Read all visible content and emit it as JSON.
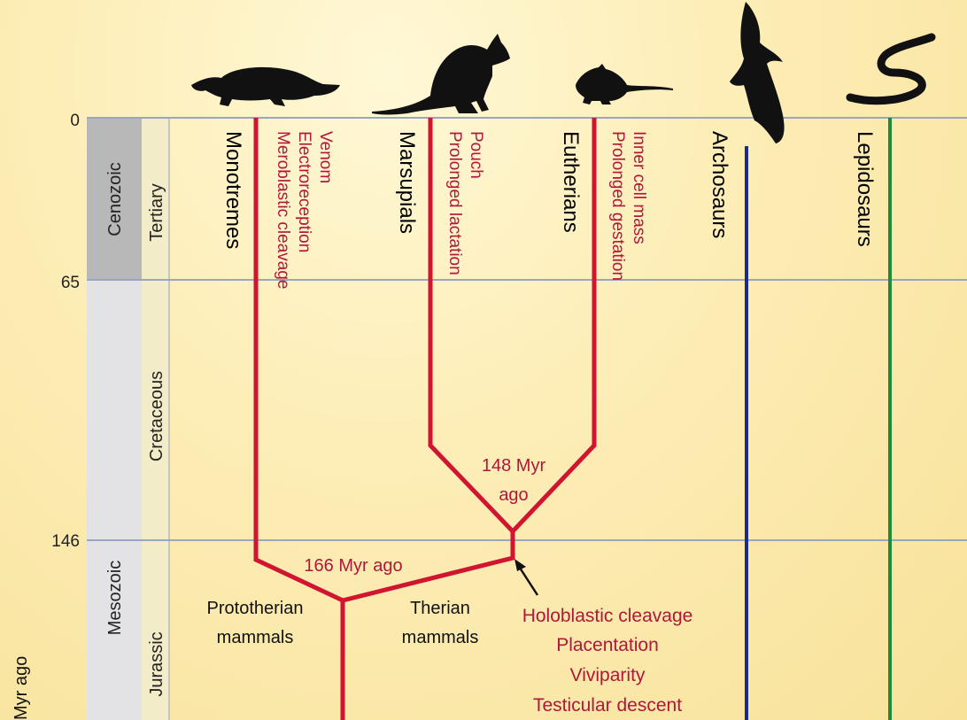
{
  "timescale": {
    "axis_title": "Myr ago",
    "ticks": [
      "0",
      "65",
      "146"
    ],
    "eras": {
      "cenozoic": "Cenozoic",
      "mesozoic": "Mesozoic"
    },
    "periods": {
      "tertiary": "Tertiary",
      "cretaceous": "Cretaceous",
      "jurassic": "Jurassic"
    }
  },
  "clades": {
    "monotremes": "Monotremes",
    "marsupials": "Marsupials",
    "eutherians": "Eutherians",
    "archosaurs": "Archosaurs",
    "lepidosaurs": "Lepidosaurs"
  },
  "traits": {
    "monotremes": [
      "Venom",
      "Electroreception",
      "Meroblastic cleavage"
    ],
    "marsupials": [
      "Pouch",
      "Prolonged lactation"
    ],
    "eutherians": [
      "Inner cell mass",
      "Prolonged gestation"
    ]
  },
  "nodes": {
    "therian_split": [
      "148 Myr",
      "ago"
    ],
    "mammal_split": "166 Myr ago"
  },
  "groups": {
    "prototherian": [
      "Prototherian",
      "mammals"
    ],
    "therian": [
      "Therian",
      "mammals"
    ]
  },
  "events": [
    "Holoblastic cleavage",
    "Placentation",
    "Viviparity",
    "Testicular descent"
  ],
  "colors": {
    "mammal_branch": "#d1142f",
    "archosaur_line": "#1c2a8c",
    "lepidosaur_line": "#1e8a3c",
    "trait_text": "#b0173a",
    "cenozoic_band": "#b8b8b8",
    "mesozoic_band": "#e3e3e6"
  },
  "icons": [
    "platypus-silhouette-icon",
    "kangaroo-silhouette-icon",
    "mouse-silhouette-icon",
    "bird-silhouette-icon",
    "snake-silhouette-icon"
  ]
}
